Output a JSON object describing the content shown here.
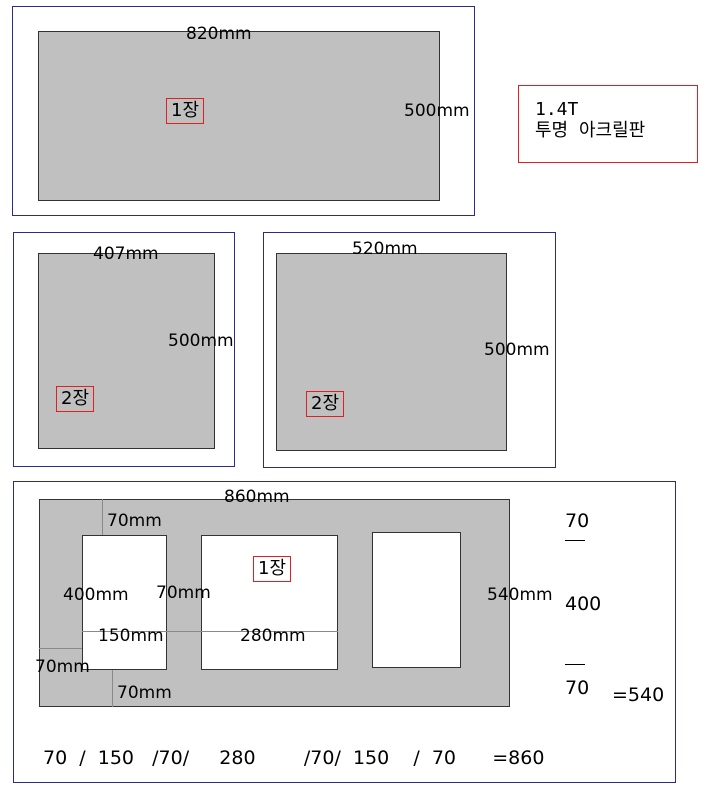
{
  "note": {
    "line1": "1.4T",
    "line2": "투명 아크릴판"
  },
  "panel1": {
    "width": "820mm",
    "height": "500mm",
    "count": "1장"
  },
  "panel2": {
    "width": "407mm",
    "height": "500mm",
    "count": "2장"
  },
  "panel3": {
    "width": "520mm",
    "height": "500mm",
    "count": "2장"
  },
  "panel4": {
    "width": "860mm",
    "height": "540mm",
    "count": "1장",
    "top_margin": "70mm",
    "opening_height": "400mm",
    "gap": "70mm",
    "opening1_width": "150mm",
    "opening2_width": "280mm",
    "left_margin": "70mm",
    "bottom_margin": "70mm",
    "vertical_sum": {
      "top": "70",
      "middle": "400",
      "bottom": "70",
      "total": "=540"
    },
    "horizontal_sum": "70  /  150   /70/     280        /70/  150    /  70      =860"
  }
}
